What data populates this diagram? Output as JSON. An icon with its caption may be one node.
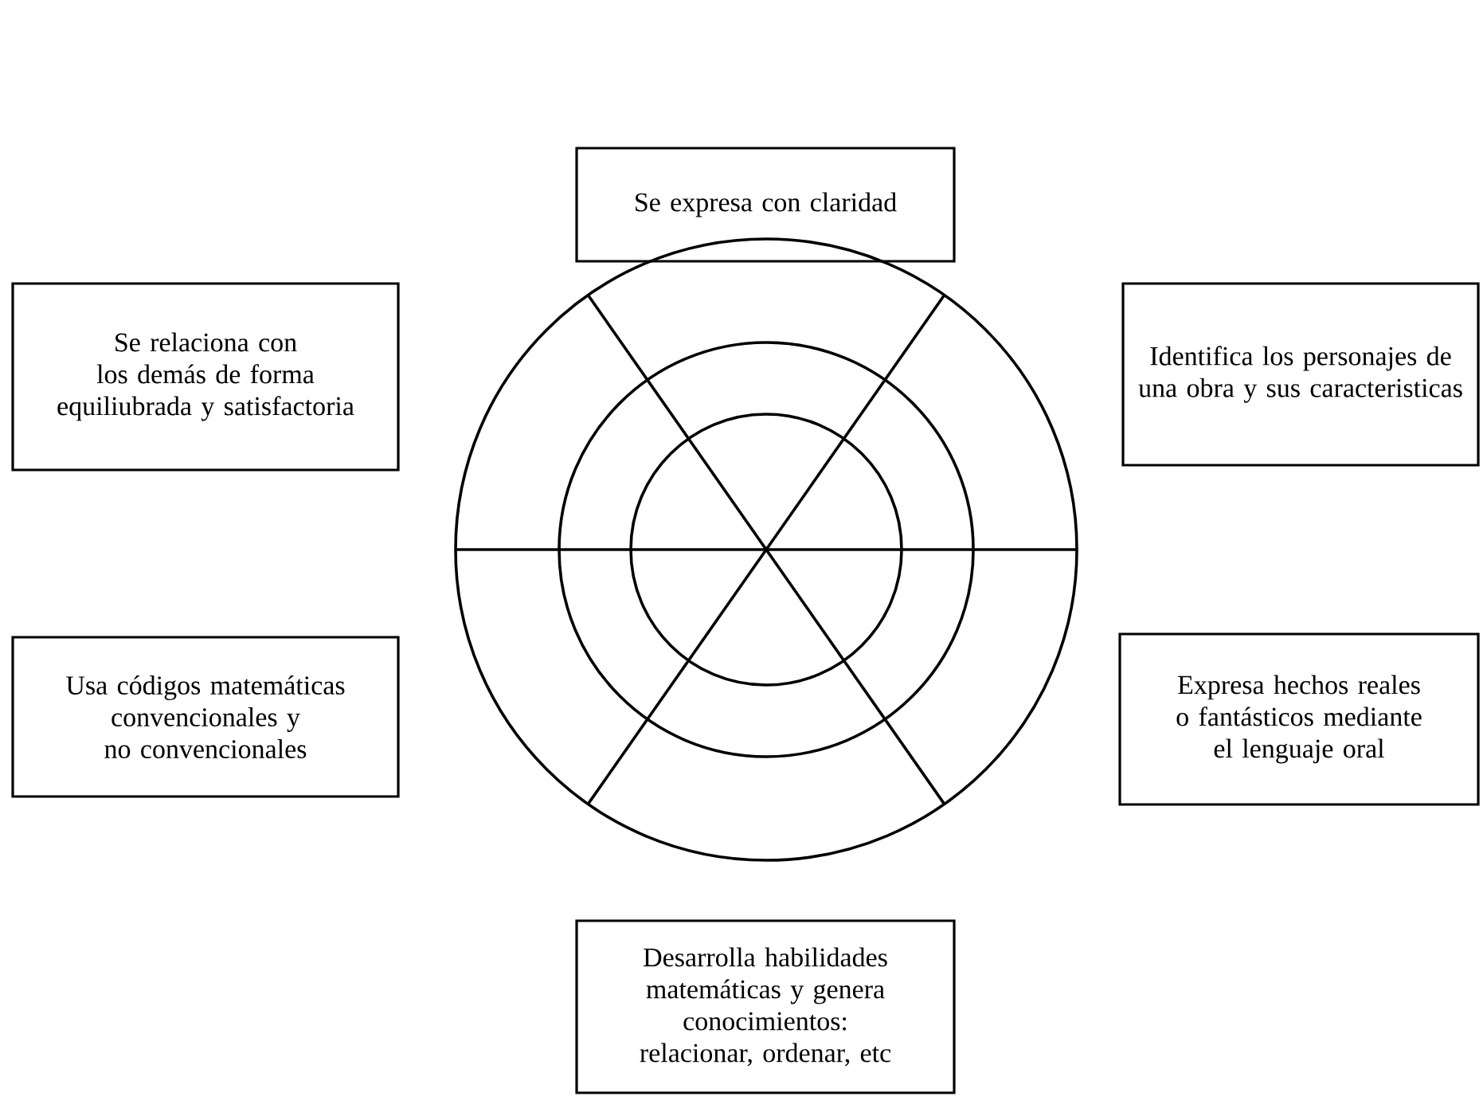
{
  "diagram": {
    "nodes": [
      {
        "text": [
          "Se expresa con claridad"
        ]
      },
      {
        "text": [
          "Se relaciona con los demás de forma equiliubrada y satisfactoria"
        ]
      },
      {
        "text": [
          "Identifica los personajes de una obra y sus caracteristicas"
        ]
      },
      {
        "text": [
          "Usa códigos matemáticas convencionales y no convencionales"
        ]
      },
      {
        "text": [
          "Expresa hechos reales o fantásticos mediante el lenguaje oral"
        ]
      },
      {
        "text": [
          "Desarrolla habilidades matemáticas y genera conocimientos: relacionar, ordenar, etc"
        ]
      }
    ]
  }
}
